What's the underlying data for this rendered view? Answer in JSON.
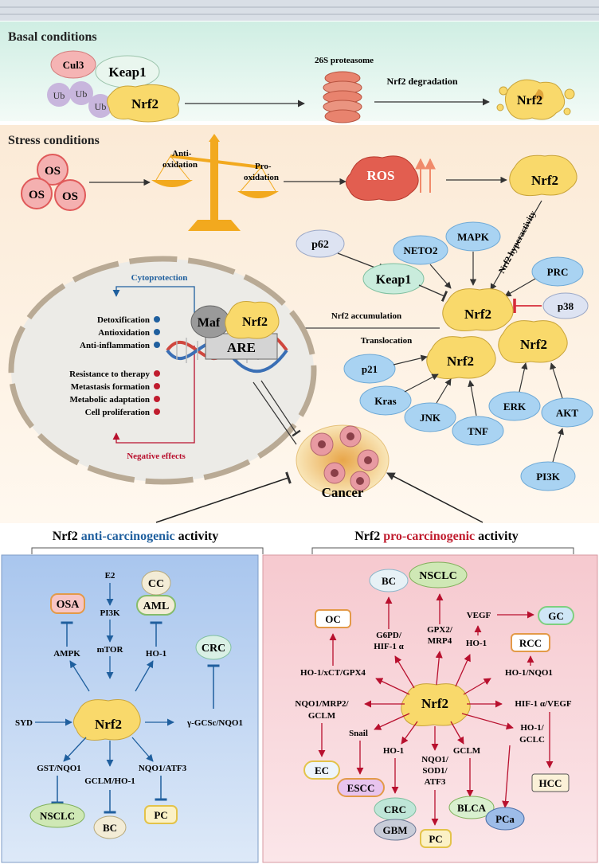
{
  "sections": {
    "basal": "Basal conditions",
    "stress": "Stress conditions",
    "anti_title_pre": "Nrf2 ",
    "anti_title_hl": "anti-carcinogenic",
    "anti_title_post": " activity",
    "pro_title_pre": "Nrf2 ",
    "pro_title_hl": "pro-carcinogenic",
    "pro_title_post": " activity"
  },
  "basal": {
    "cul3": "Cul3",
    "keap1": "Keap1",
    "ub": "Ub",
    "nrf2": "Nrf2",
    "proteasome": "26S proteasome",
    "degradation": "Nrf2 degradation",
    "nrf2_degraded": "Nrf2"
  },
  "stress": {
    "os": "OS",
    "anti_ox_1": "Anti-",
    "anti_ox_2": "oxidation",
    "pro_ox_1": "Pro-",
    "pro_ox_2": "oxidation",
    "ros": "ROS",
    "nrf2_top": "Nrf2",
    "hyperactivity": "Nrf2 hyperactivity",
    "p62": "p62",
    "neto2": "NETO2",
    "mapk": "MAPK",
    "keap1": "Keap1",
    "prc": "PRC",
    "p38": "p38",
    "nrf2_center": "Nrf2",
    "accumulation": "Nrf2 accumulation",
    "translocation": "Translocation",
    "p21": "p21",
    "nrf2_left": "Nrf2",
    "nrf2_right": "Nrf2",
    "kras": "Kras",
    "jnk": "JNK",
    "tnf": "TNF",
    "erk": "ERK",
    "akt": "AKT",
    "pi3k": "PI3K"
  },
  "cell": {
    "cytoprotection": "Cytoprotection",
    "maf": "Maf",
    "nrf2": "Nrf2",
    "are": "ARE",
    "positive_effects": [
      "Detoxification",
      "Antioxidation",
      "Anti-inflammation"
    ],
    "negative_items": [
      "Resistance to therapy",
      "Metastasis formation",
      "Metabolic adaptation",
      "Cell proliferation"
    ],
    "negative_effects": "Negative effects",
    "cancer": "Cancer"
  },
  "anti": {
    "e2": "E2",
    "pi3k": "PI3K",
    "mtor": "mTOR",
    "ampk": "AMPK",
    "osa": "OSA",
    "cc": "CC",
    "aml": "AML",
    "ho1": "HO-1",
    "crc": "CRC",
    "syd": "SYD",
    "nrf2": "Nrf2",
    "gcs": "γ-GCSc/NQO1",
    "gst": "GST/NQO1",
    "gclm": "GCLM/HO-1",
    "nqo1atf3": "NQO1/ATF3",
    "nsclc": "NSCLC",
    "bc": "BC",
    "pc": "PC"
  },
  "pro": {
    "bc": "BC",
    "nsclc": "NSCLC",
    "oc": "OC",
    "g6pd_1": "G6PD/",
    "g6pd_2": "HIF-1 α",
    "gpx2_1": "GPX2/",
    "gpx2_2": "MRP4",
    "vegf": "VEGF",
    "gc": "GC",
    "rcc": "RCC",
    "ho1": "HO-1",
    "ho1xct": "HO-1/xCT/GPX4",
    "ho1nqo1": "HO-1/NQO1",
    "nrf2": "Nrf2",
    "nqo1mrp2_1": "NQO1/MRP2/",
    "nqo1mrp2_2": "GCLM",
    "hif1vegf": "HIF-1 α/VEGF",
    "snail": "Snail",
    "ho1b": "HO-1",
    "nqo1sod_1": "NQO1/",
    "nqo1sod_2": "SOD1/",
    "nqo1sod_3": "ATF3",
    "gclm": "GCLM",
    "ho1gclc_1": "HO-1/",
    "ho1gclc_2": "GCLC",
    "hcc": "HCC",
    "ec": "EC",
    "escc": "ESCC",
    "crc": "CRC",
    "gbm": "GBM",
    "pc": "PC",
    "blca": "BLCA",
    "pca": "PCa"
  },
  "colors": {
    "nrf2_fill": "#f9d96b",
    "blue_oval": "#a9d3f2",
    "os_red": "#e05a5a",
    "inhibit_red": "#d62d3a",
    "anti_blue": "#1f5f9e",
    "pro_red": "#b8102e"
  }
}
